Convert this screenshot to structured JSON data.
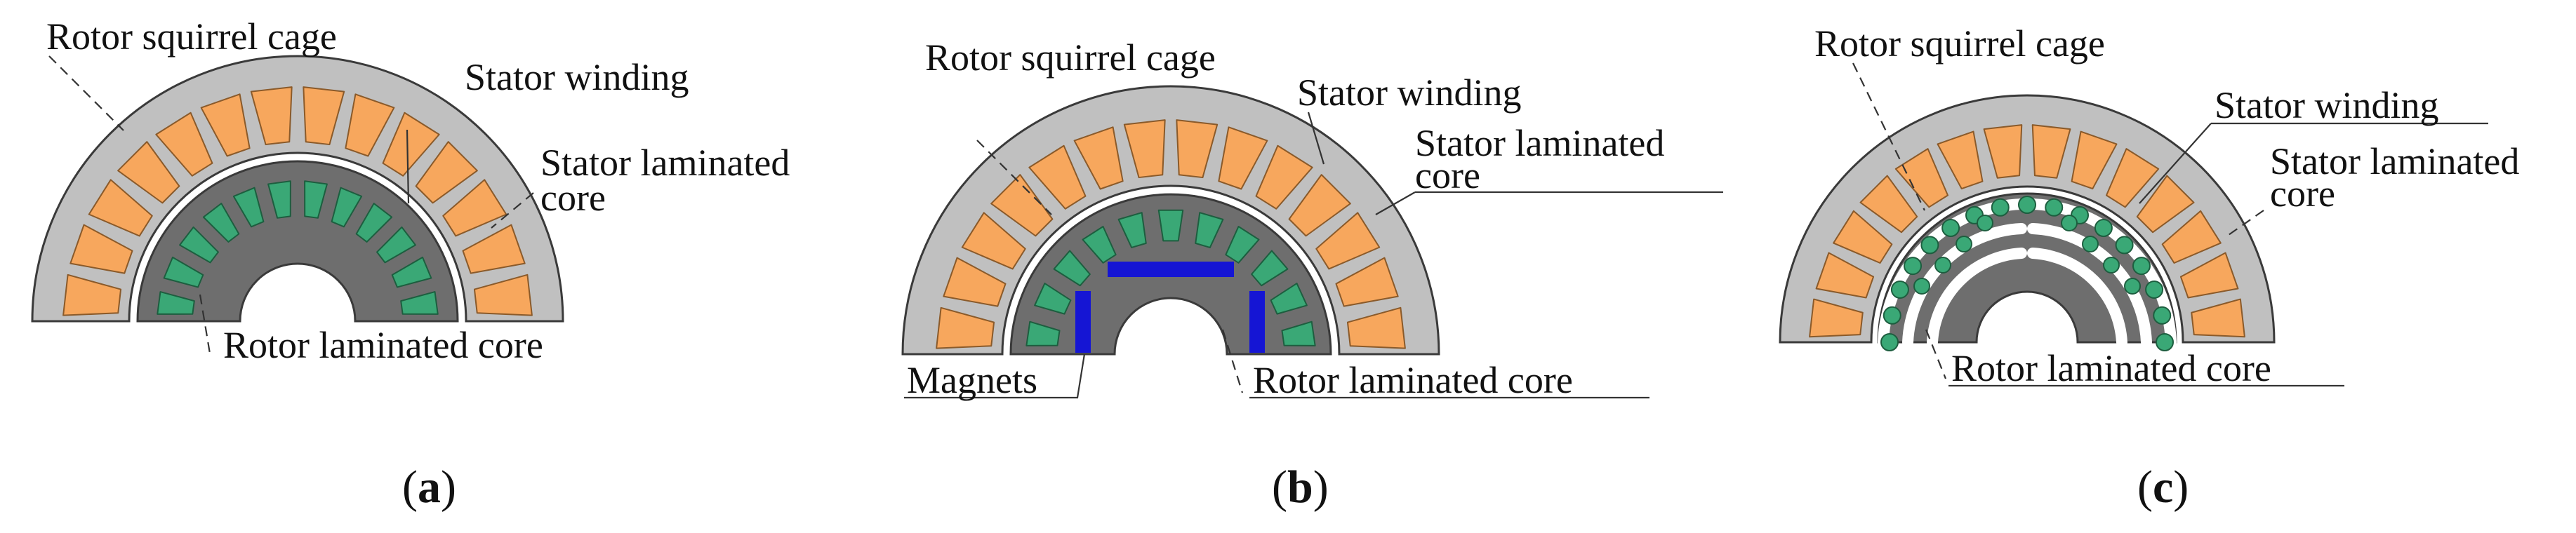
{
  "colors": {
    "stator": "#c0c0c0",
    "rotor": "#6e6e6e",
    "winding": "#f7a75d",
    "cage": "#3aa876",
    "magnet": "#1515d4",
    "background": "#ffffff"
  },
  "panels": [
    {
      "id": "a",
      "caption": "(a)",
      "caption_letter": "a",
      "rotor_type": "cage",
      "labels": {
        "rotor_cage": "Rotor squirrel cage",
        "stator_winding": "Stator winding",
        "stator_core_line1": "Stator laminated",
        "stator_core_line2": "core",
        "rotor_core": "Rotor laminated core"
      }
    },
    {
      "id": "b",
      "caption": "(b)",
      "caption_letter": "b",
      "rotor_type": "cage-magnets",
      "labels": {
        "rotor_cage": "Rotor squirrel cage",
        "stator_winding": "Stator winding",
        "stator_core_line1": "Stator laminated",
        "stator_core_line2": "core",
        "magnets": "Magnets",
        "rotor_core": "Rotor laminated core"
      }
    },
    {
      "id": "c",
      "caption": "(c)",
      "caption_letter": "c",
      "rotor_type": "cage-barriers",
      "labels": {
        "rotor_cage": "Rotor squirrel cage",
        "stator_winding": "Stator winding",
        "stator_core_line1": "Stator laminated",
        "stator_core_line2": "core",
        "rotor_core": "Rotor laminated core"
      }
    }
  ]
}
